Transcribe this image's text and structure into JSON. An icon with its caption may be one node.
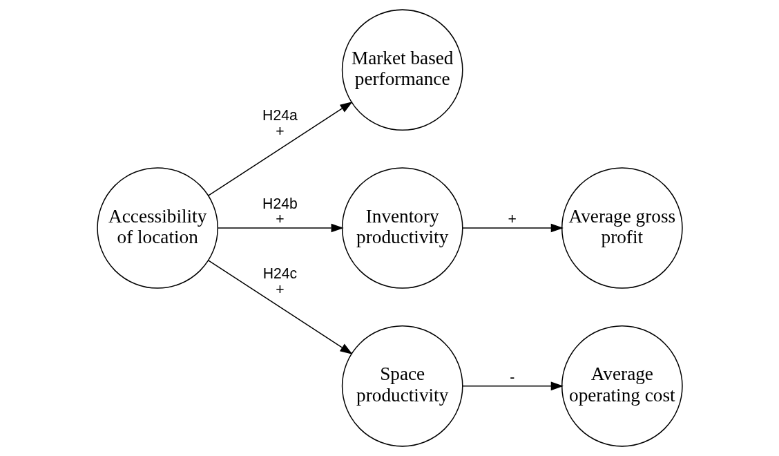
{
  "diagram": {
    "nodes": [
      {
        "text": [
          "Market based performance"
        ]
      },
      {
        "text": [
          "Accessibility of location"
        ]
      },
      {
        "text": [
          "Inventory productivity"
        ]
      },
      {
        "text": [
          "Average gross profit"
        ]
      },
      {
        "text": [
          "Space productivity"
        ]
      },
      {
        "text": [
          "Average operating cost"
        ]
      }
    ],
    "edges": [
      {
        "from": 1,
        "to": 0,
        "arrow": "to",
        "label": "H24a +"
      },
      {
        "from": 1,
        "to": 2,
        "arrow": "to",
        "label": "H24b +"
      },
      {
        "from": 1,
        "to": 4,
        "arrow": "to",
        "label": "H24c +"
      },
      {
        "from": 2,
        "to": 3,
        "arrow": "to",
        "label": "+"
      },
      {
        "from": 4,
        "to": 5,
        "arrow": "to",
        "label": "-"
      }
    ]
  }
}
